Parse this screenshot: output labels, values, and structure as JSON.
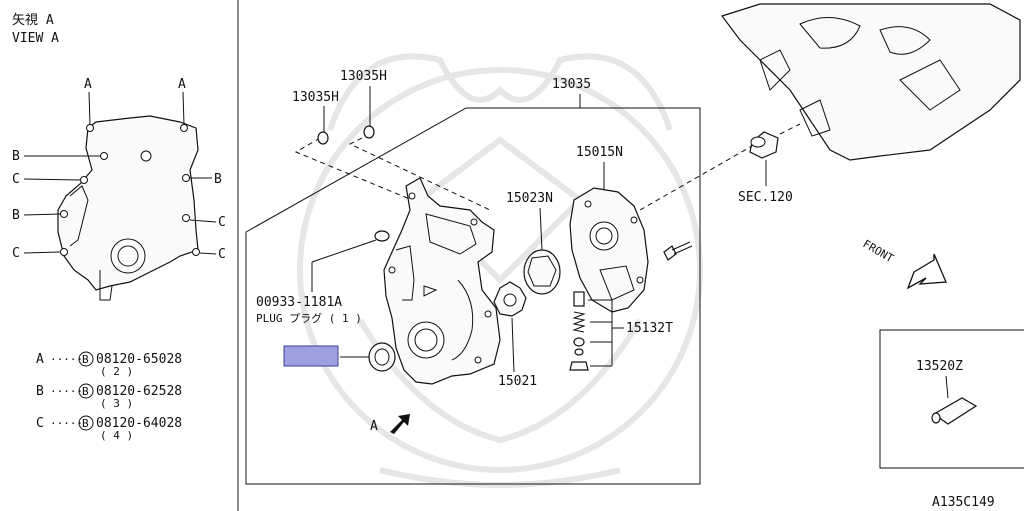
{
  "view_a": {
    "title_jp": "矢視 A",
    "title_en": "VIEW A",
    "marker_a": "A",
    "marker_b": "B",
    "marker_c": "C"
  },
  "bolt_legend": [
    {
      "letter": "A",
      "dots": "·····",
      "symbol": "B",
      "part": "08120-65028",
      "qty": "( 2 )"
    },
    {
      "letter": "B",
      "dots": "·····",
      "symbol": "B",
      "part": "08120-62528",
      "qty": "( 3 )"
    },
    {
      "letter": "C",
      "dots": "·····",
      "symbol": "B",
      "part": "08120-64028",
      "qty": "( 4 )"
    }
  ],
  "callouts": {
    "p13035": "13035",
    "p13035h_a": "13035H",
    "p13035h_b": "13035H",
    "p15015n": "15015N",
    "p15023n": "15023N",
    "p15021": "15021",
    "p15132t": "15132T",
    "sec120": "SEC.120",
    "plug_part": "00933-1181A",
    "plug_desc": "PLUG プラグ ( 1 )",
    "p13520z": "13520Z",
    "view_arrow": "A",
    "front": "FRONT"
  },
  "diagram_id": "A135C149",
  "colors": {
    "highlight": "#9fa0e0",
    "line": "#111111"
  }
}
